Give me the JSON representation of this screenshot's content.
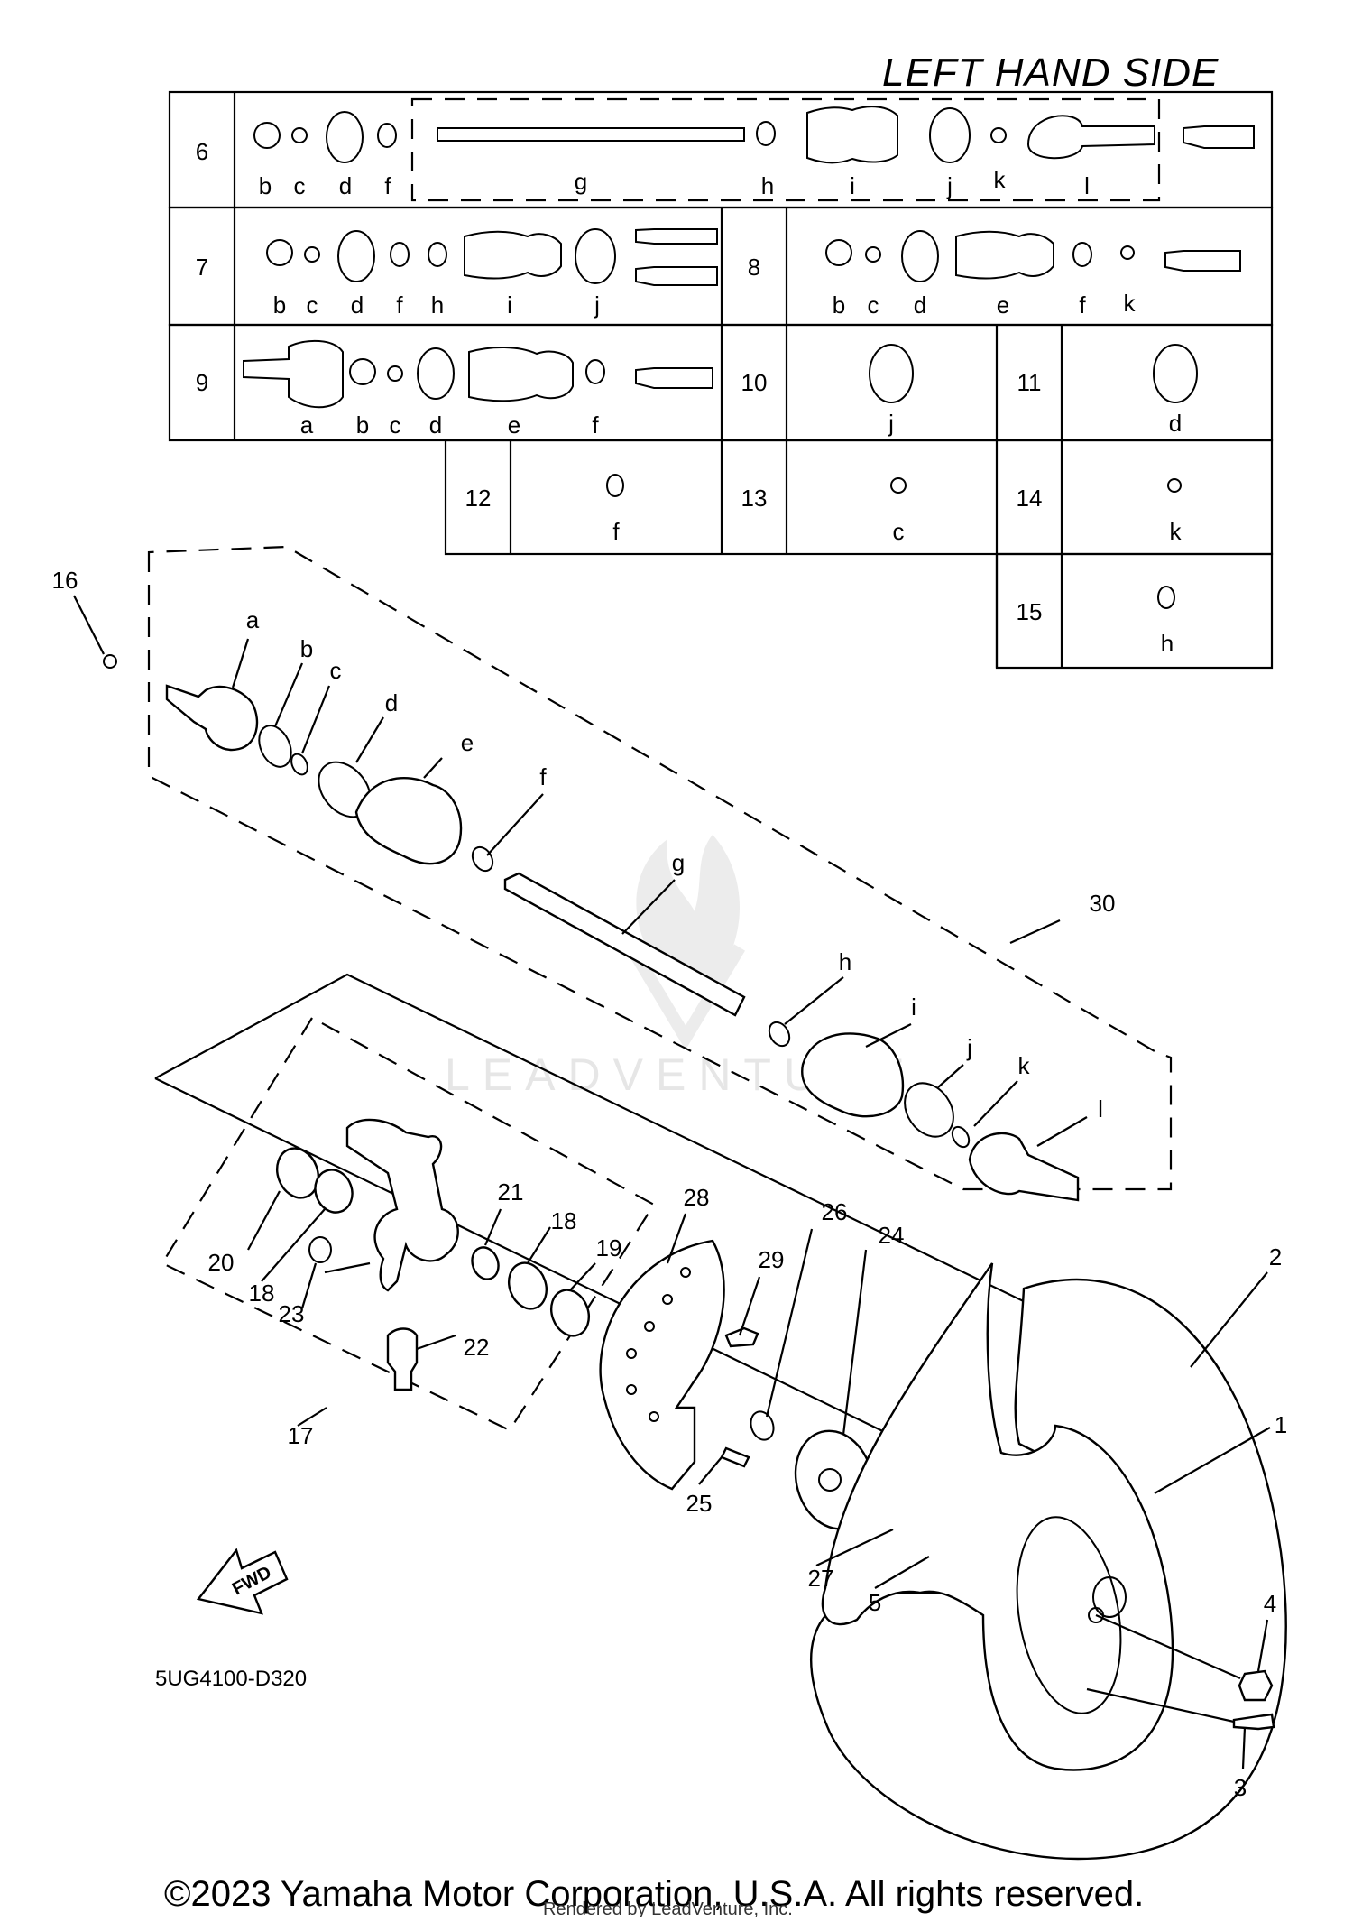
{
  "title": "LEFT HAND SIDE",
  "kit_table": {
    "rows": [
      {
        "cells": [
          {
            "kit": "6",
            "parts": [
              "b",
              "c",
              "d",
              "f",
              "g",
              "h",
              "i",
              "j",
              "k",
              "l"
            ]
          }
        ]
      },
      {
        "cells": [
          {
            "kit": "7",
            "parts": [
              "b",
              "c",
              "d",
              "f",
              "h",
              "i",
              "j"
            ]
          },
          {
            "kit": "8",
            "parts": [
              "b",
              "c",
              "d",
              "e",
              "f",
              "k"
            ]
          }
        ]
      },
      {
        "cells": [
          {
            "kit": "9",
            "parts": [
              "a",
              "b",
              "c",
              "d",
              "e",
              "f"
            ]
          },
          {
            "kit": "10",
            "parts": [
              "j"
            ]
          },
          {
            "kit": "11",
            "parts": [
              "d"
            ]
          }
        ]
      },
      {
        "cells": [
          {
            "kit": "12",
            "parts": [
              "f"
            ]
          },
          {
            "kit": "13",
            "parts": [
              "c"
            ]
          },
          {
            "kit": "14",
            "parts": [
              "k"
            ]
          }
        ]
      },
      {
        "cells": [
          {
            "kit": "15",
            "parts": [
              "h"
            ]
          }
        ]
      }
    ]
  },
  "axle_callouts": [
    "a",
    "b",
    "c",
    "d",
    "e",
    "f",
    "g",
    "h",
    "i",
    "j",
    "k",
    "l"
  ],
  "callouts": [
    "1",
    "2",
    "3",
    "4",
    "5",
    "16",
    "17",
    "18",
    "18",
    "19",
    "20",
    "21",
    "22",
    "23",
    "24",
    "25",
    "26",
    "27",
    "28",
    "29",
    "30"
  ],
  "fwd_label": "FWD",
  "diagram_code": "5UG4100-D320",
  "watermark": "LEADVENTURE",
  "copyright": "©2023 Yamaha Motor Corporation, U.S.A. All rights reserved.",
  "rendered_by": "Rendered by LeadVenture, Inc."
}
